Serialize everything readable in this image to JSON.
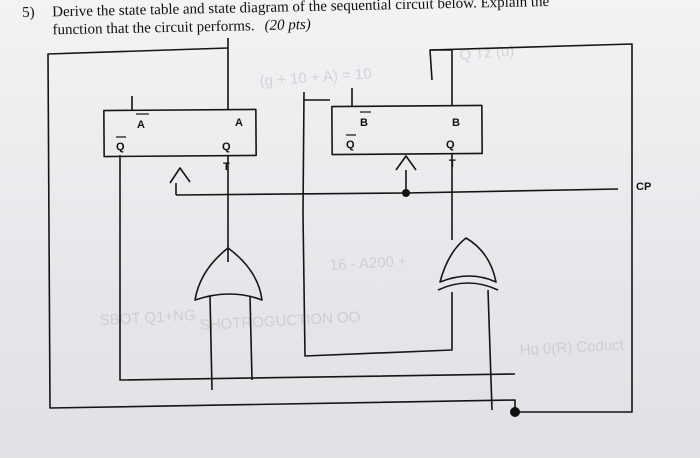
{
  "question": {
    "number": "5)",
    "line1": "Derive the state table and state diagram of the sequential circuit below. Explain the",
    "line2": "function that the circuit performs.",
    "points": "(20 pts)"
  },
  "circuit": {
    "flipflop_a": {
      "top_out": "A",
      "q_bar": "Q",
      "q": "Q",
      "t": "T"
    },
    "flipflop_b": {
      "top_out": "B",
      "q_bar": "Q",
      "q": "Q",
      "t": "T"
    },
    "top_left_label": "A",
    "top_left_b": "B",
    "clock_label": "CP"
  },
  "bleed_through_text": [
    "(g + 10 + A) = 10",
    "SHOTROGUCTION OO",
    "Q Tz (u)",
    "16 - A200 +",
    "SBOT Q1+NG",
    "Hq 0(R) Coduct"
  ]
}
